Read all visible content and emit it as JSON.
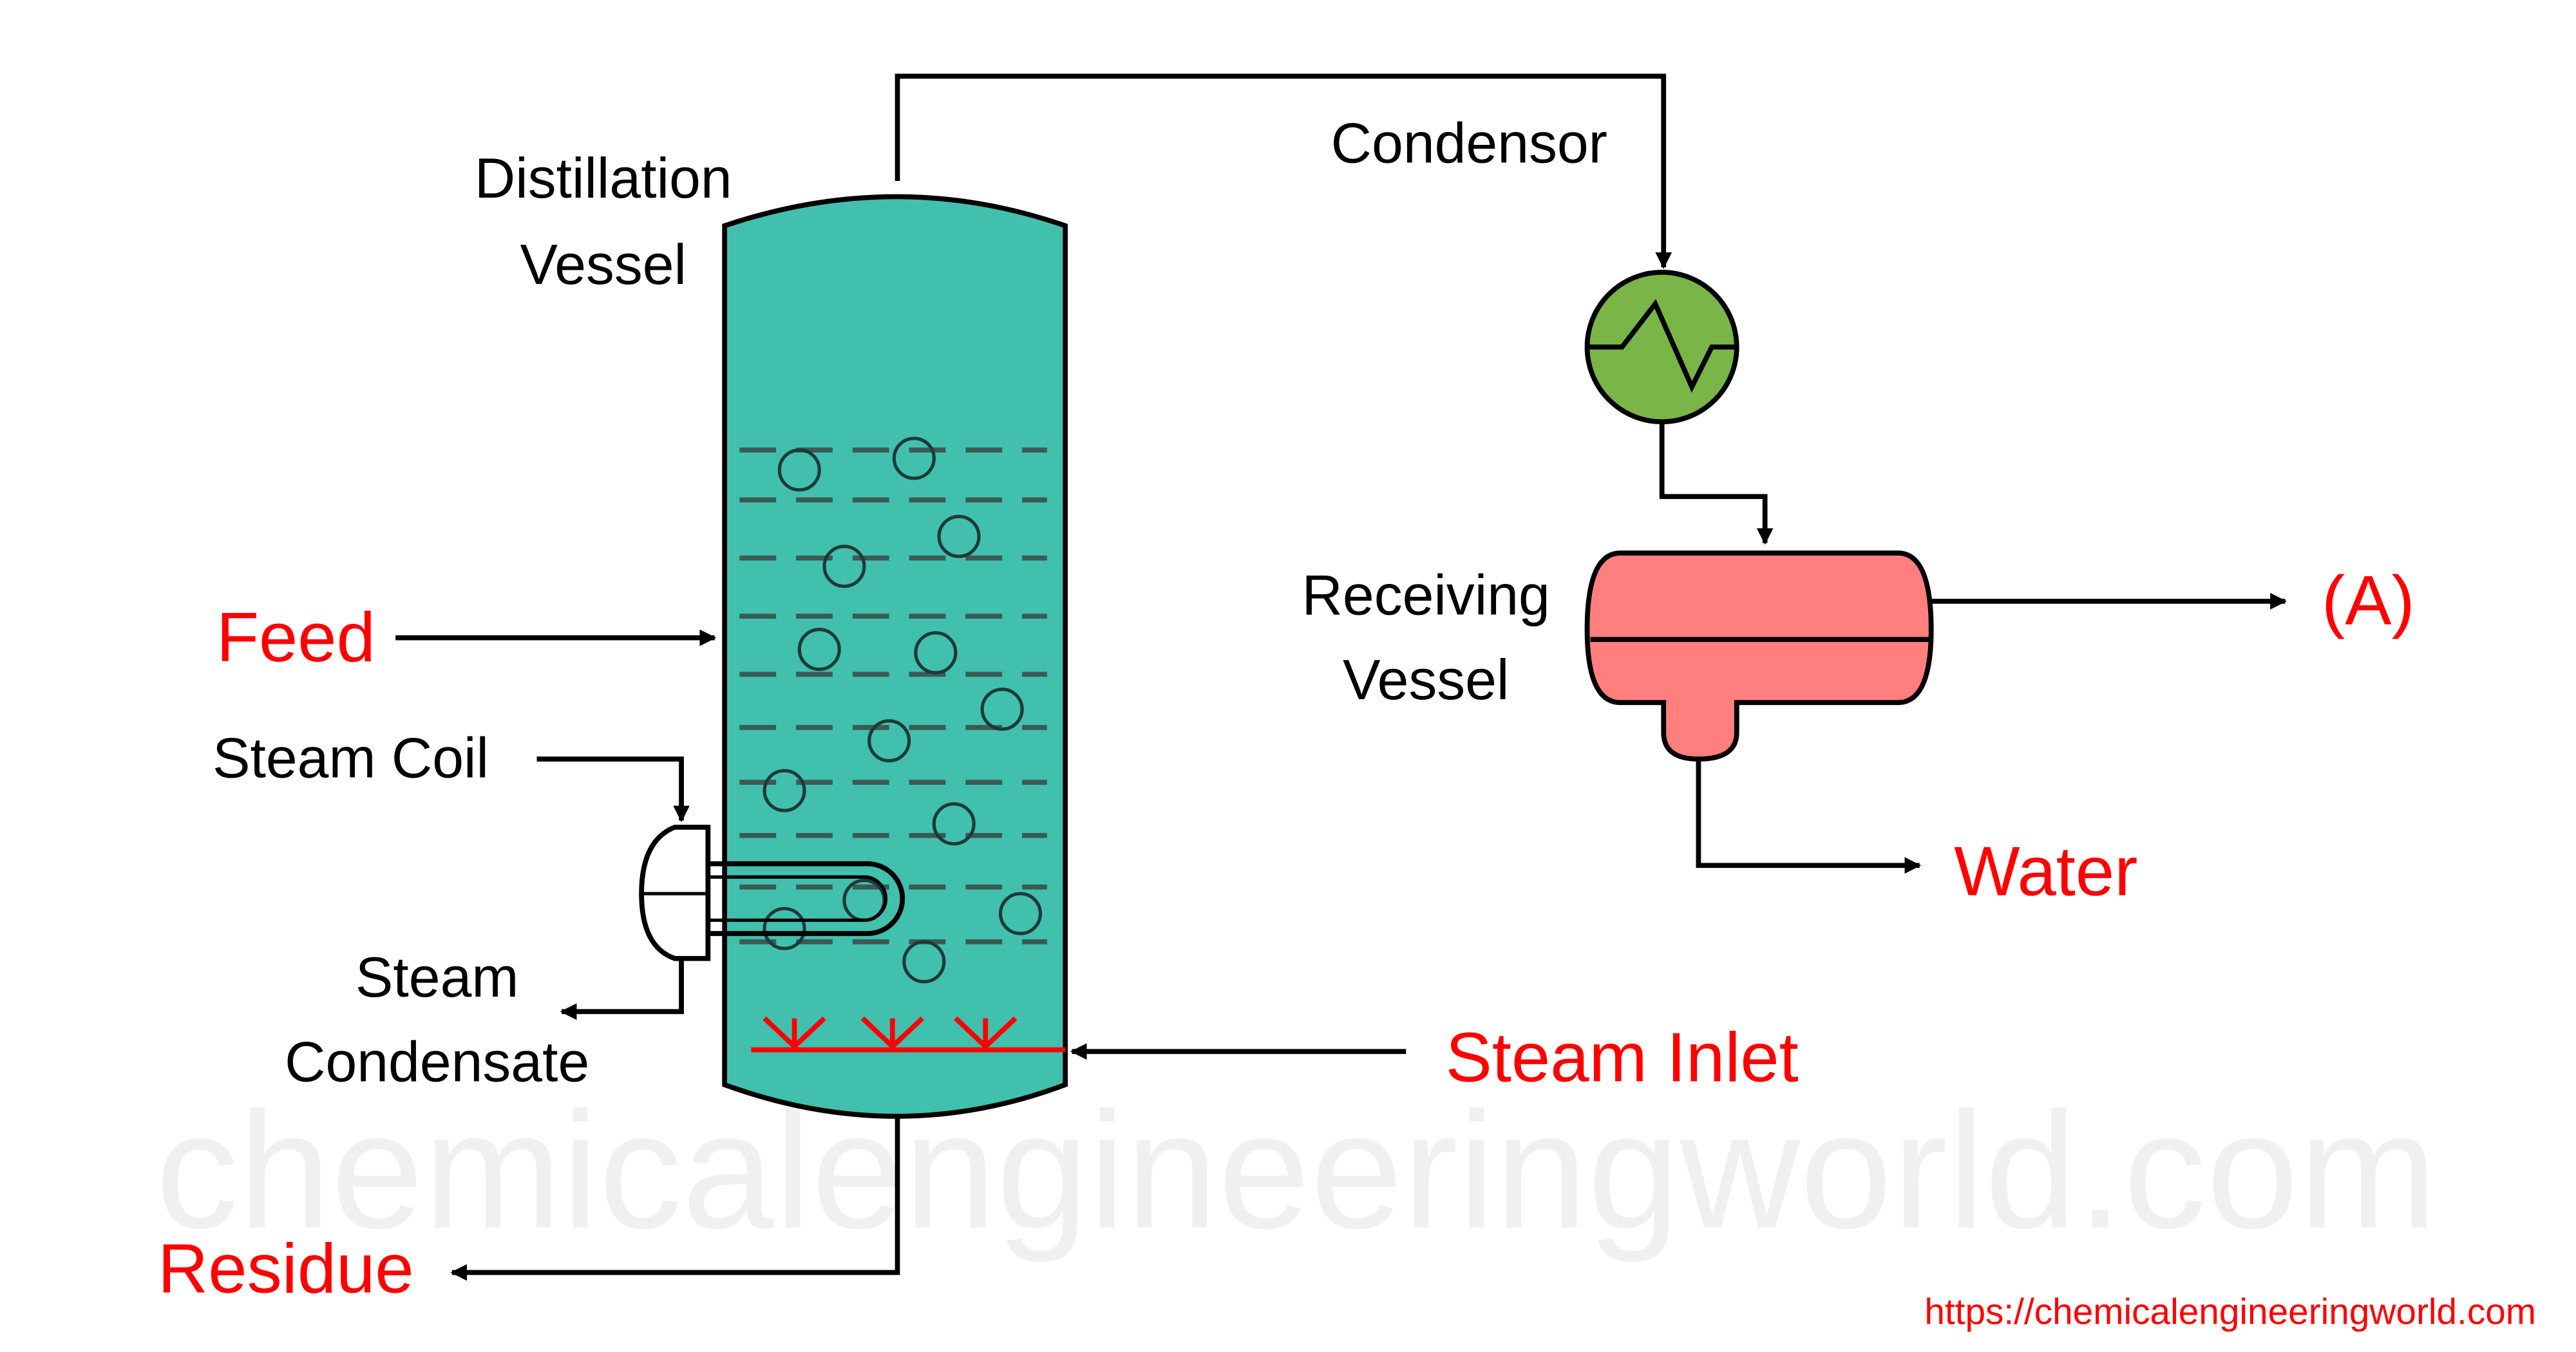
{
  "labels": {
    "distillation_vessel_line1": "Distillation",
    "distillation_vessel_line2": "Vessel",
    "condensor": "Condensor",
    "receiving_vessel_line1": "Receiving",
    "receiving_vessel_line2": "Vessel",
    "feed": "Feed",
    "steam_coil": "Steam Coil",
    "steam_condensate_line1": "Steam",
    "steam_condensate_line2": "Condensate",
    "steam_inlet": "Steam Inlet",
    "product_a": "(A)",
    "water": "Water",
    "residue": "Residue"
  },
  "watermark": "chemicalengineeringworld.com",
  "source_url": "https://chemicalengineeringworld.com",
  "colors": {
    "vessel_fill": "#41c0ae",
    "condenser_fill": "#7ab547",
    "receiver_fill": "#ff7f7f",
    "stream_label": "#ff0000",
    "equipment_label": "#000000",
    "steam_distributor": "#ff0000"
  }
}
